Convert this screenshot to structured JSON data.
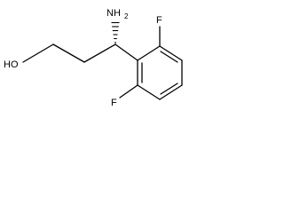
{
  "molecule": {
    "atoms": {
      "amino_label": "NH",
      "amino_subscript": "2",
      "hydroxyl_label": "HO",
      "fluorine_top_label": "F",
      "fluorine_bottom_label": "F"
    },
    "stereo_bond": "hashed-wedge",
    "colors": {
      "ink": "#000000",
      "background": "#ffffff"
    }
  }
}
